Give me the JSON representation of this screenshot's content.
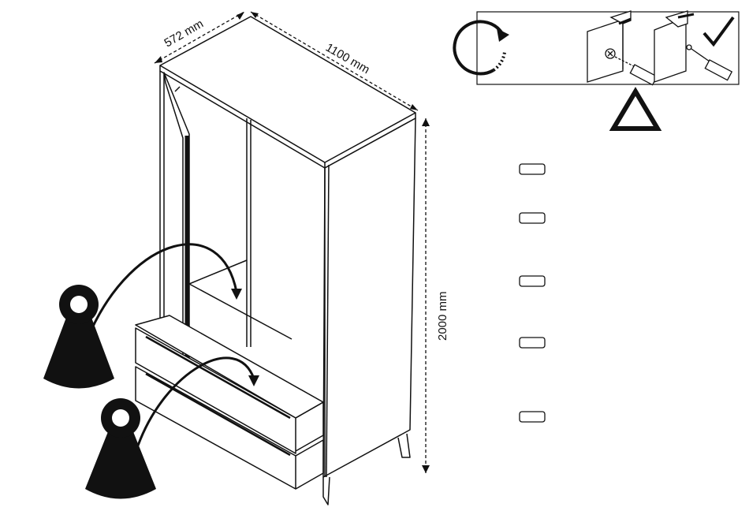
{
  "dimensions": {
    "depth": "572 mm",
    "width": "1100 mm",
    "height": "2000 mm"
  },
  "icons": {
    "rotate": "rotate-arrow-icon",
    "screw_detail": "cam-lock-screw-icon",
    "check": "checkmark-icon",
    "warning": "warning-triangle-icon",
    "weights": "heavy-weight-icon"
  },
  "checkbox_count": 5,
  "colors": {
    "line": "#111111",
    "background": "#ffffff"
  }
}
